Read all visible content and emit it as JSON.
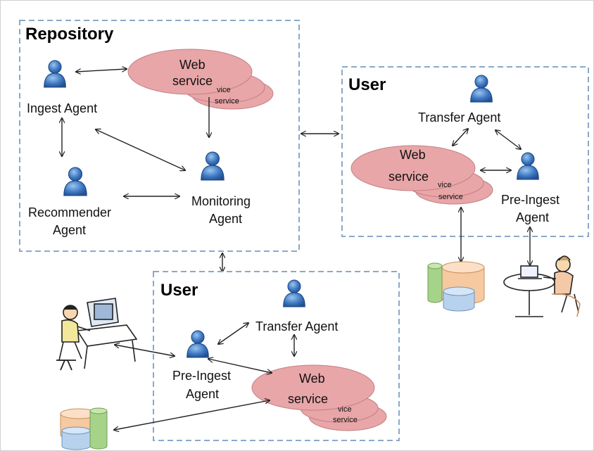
{
  "repository": {
    "title": "Repository",
    "ingest_agent": "Ingest Agent",
    "recommender_agent_1": "Recommender",
    "recommender_agent_2": "Agent",
    "monitoring_agent_1": "Monitoring",
    "monitoring_agent_2": "Agent",
    "web_service_1": "Web",
    "web_service_2": "service",
    "ws_back_1": "vice",
    "ws_back_2": "service"
  },
  "user_right": {
    "title": "User",
    "transfer_agent": "Transfer Agent",
    "pre_ingest_agent_1": "Pre-Ingest",
    "pre_ingest_agent_2": "Agent",
    "web_service_1": "Web",
    "web_service_2": "service",
    "ws_back_1": "vice",
    "ws_back_2": "service"
  },
  "user_bottom": {
    "title": "User",
    "transfer_agent": "Transfer Agent",
    "pre_ingest_agent_1": "Pre-Ingest",
    "pre_ingest_agent_2": "Agent",
    "web_service_1": "Web",
    "web_service_2": "service",
    "ws_back_1": "vice",
    "ws_back_2": "service"
  },
  "colors": {
    "agent_blue": "#3d78c2",
    "web_service_pink": "#e8a6a8",
    "box_border": "#8aa9c9",
    "db_orange": "#f6c9a0",
    "db_green": "#a6d38a",
    "db_blue": "#b8d2ee"
  }
}
